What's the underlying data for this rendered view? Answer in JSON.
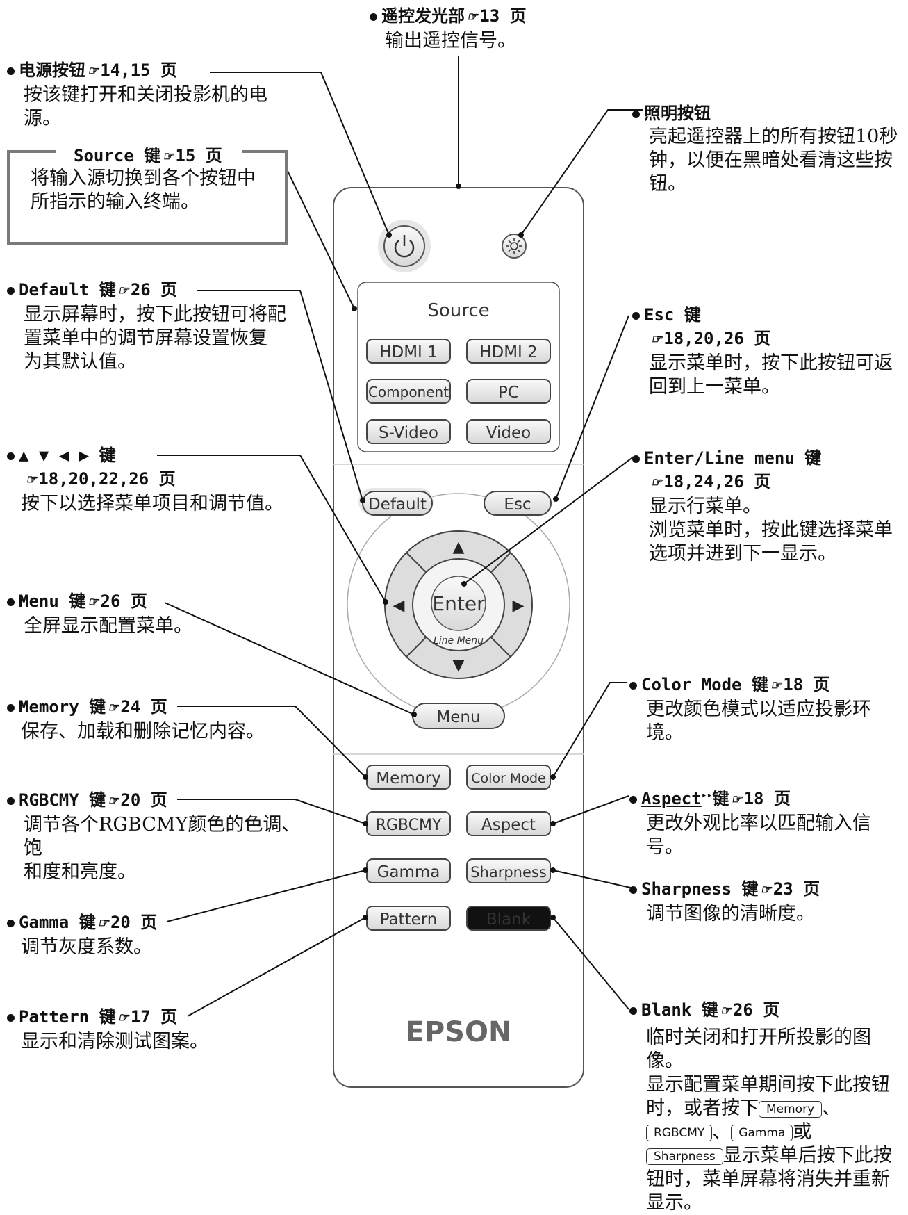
{
  "remote": {
    "source_label": "Source",
    "buttons": {
      "hdmi1": "HDMI 1",
      "hdmi2": "HDMI 2",
      "component": "Component",
      "pc": "PC",
      "svideo": "S-Video",
      "video": "Video",
      "default": "Default",
      "esc": "Esc",
      "enter": "Enter",
      "line_menu": "Line Menu",
      "menu": "Menu",
      "memory": "Memory",
      "color_mode": "Color Mode",
      "rgbcmy": "RGBCMY",
      "aspect": "Aspect",
      "gamma": "Gamma",
      "sharpness": "Sharpness",
      "pattern": "Pattern",
      "blank": "Blank"
    },
    "arrows": {
      "up": "▲",
      "down": "▼",
      "left": "◀",
      "right": "▶"
    },
    "brand": "EPSON",
    "icons": {
      "power": "power-icon",
      "light": "sun-icon",
      "page_ref": "pointing-hand-icon"
    }
  },
  "notes": {
    "ir": {
      "title": "遥控发光部",
      "page": "13 页",
      "desc": "输出遥控信号。"
    },
    "power": {
      "title": "电源按钮",
      "page": "14,15 页",
      "desc": "按该键打开和关闭投影机的电\n源。"
    },
    "illum": {
      "title": "照明按钮",
      "desc": "亮起遥控器上的所有按钮10秒\n钟，以便在黑暗处看清这些按\n钮。"
    },
    "source": {
      "title": "Source 键",
      "page": "15 页",
      "desc": "将输入源切换到各个按钮中\n所指示的输入终端。"
    },
    "default": {
      "title": "Default 键",
      "page": "26 页",
      "desc": "显示屏幕时，按下此按钮可将配\n置菜单中的调节屏幕设置恢复\n为其默认值。"
    },
    "esc": {
      "title": "Esc 键",
      "page": "18,20,26 页",
      "desc": "显示菜单时，按下此按钮可返\n回到上一菜单。"
    },
    "arrows": {
      "title": "▲ ▼ ◀ ▶ 键",
      "page": "18,20,22,26 页",
      "desc": "按下以选择菜单项目和调节值。"
    },
    "enter": {
      "title": "Enter/Line menu 键",
      "page": "18,24,26 页",
      "desc": "显示行菜单。\n浏览菜单时，按此键选择菜单\n选项并进到下一显示。"
    },
    "menu": {
      "title": "Menu 键",
      "page": "26 页",
      "desc": "全屏显示配置菜单。"
    },
    "color": {
      "title": "Color Mode 键",
      "page": "18 页",
      "desc": "更改颜色模式以适应投影环\n境。"
    },
    "memory": {
      "title": "Memory 键",
      "page": "24 页",
      "desc": "保存、加载和删除记忆内容。"
    },
    "aspect": {
      "title": "Aspect",
      "marker": "▸▸",
      "key": "键",
      "page": "18 页",
      "desc": "更改外观比率以匹配输入信\n号。"
    },
    "rgbcmy": {
      "title": "RGBCMY 键",
      "page": "20 页",
      "desc": "调节各个RGBCMY颜色的色调、饱\n和度和亮度。"
    },
    "sharpness": {
      "title": "Sharpness 键",
      "page": "23 页",
      "desc": "调节图像的清晰度。"
    },
    "gamma": {
      "title": "Gamma 键",
      "page": "20 页",
      "desc": "调节灰度系数。"
    },
    "pattern": {
      "title": "Pattern 键",
      "page": "17 页",
      "desc": "显示和清除测试图案。"
    },
    "blank": {
      "title": "Blank 键",
      "page": "26 页",
      "desc1": "临时关闭和打开所投影的图\n像。\n显示配置菜单期间按下此按钮\n时，或者按下",
      "sep1": "、",
      "key1": "Memory",
      "key2": "RGBCMY",
      "sep2": "、",
      "key3": "Gamma",
      "or": "或",
      "key4": "Sharpness",
      "desc2": "显示菜单后按下此按",
      "desc3": "钮时，菜单屏幕将消失并重新\n显示。"
    }
  }
}
